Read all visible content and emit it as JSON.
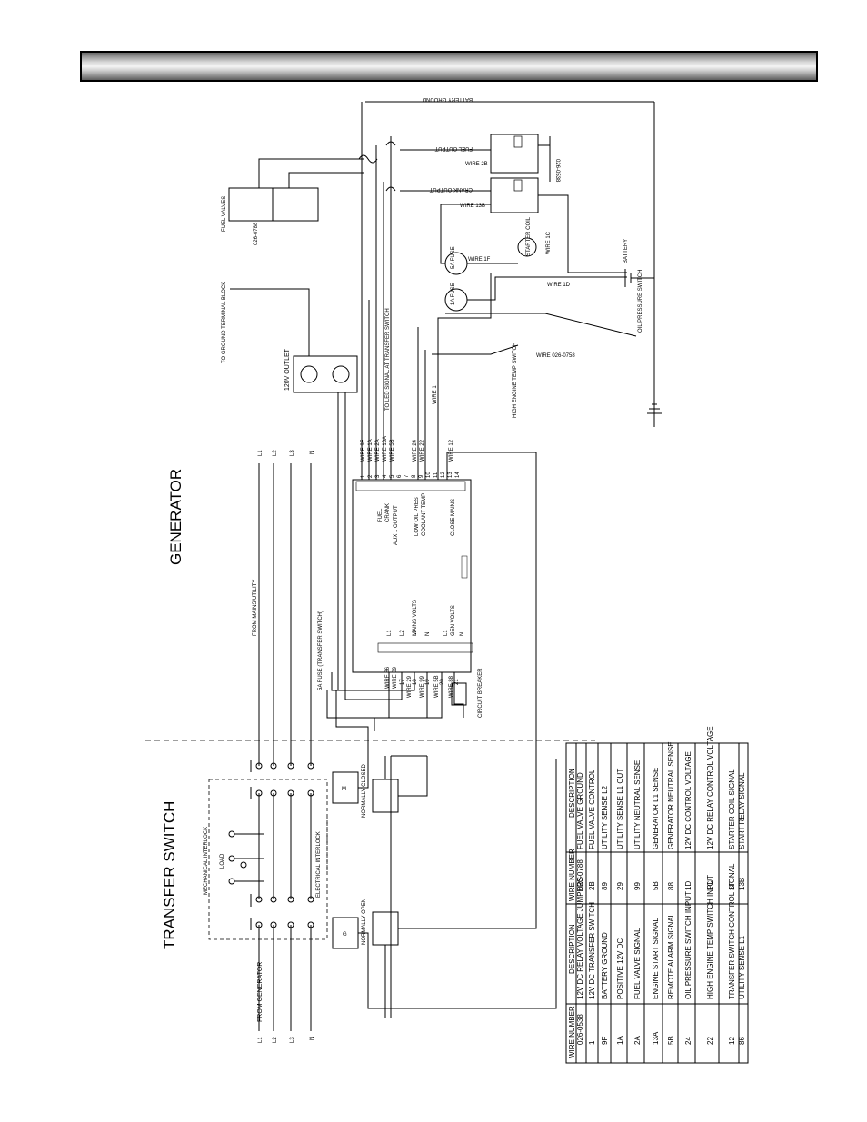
{
  "titles": {
    "transfer_switch": "TRANSFER SWITCH",
    "generator": "GENERATOR"
  },
  "labels": {
    "from_generator": "FROM GENERATOR",
    "from_mains": "FROM MAINS/UTILITY",
    "mechanical_interlock": "MECHANICAL INTERLOCK",
    "electrical_interlock": "ELECTRICAL INTERLOCK",
    "load": "LOAD",
    "normally_open": "NORMALLY OPEN",
    "normally_closed": "NORMALLY CLOSED",
    "g": "G",
    "m": "M",
    "fuse_transfer": "5A FUSE (TRANSFER SWITCH)",
    "circuit_breaker": "CIRCUIT BREAKER",
    "to_ground": "TO GROUND TERMINAL BLOCK",
    "outlet": "120V OUTLET",
    "fuel_valves": "FUEL VALVES",
    "fuel_valves_wire": "026-0788",
    "to_led": "TO LED SIGNAL AT TRANSFER SWITCH",
    "battery_ground": "BATTERY GROUND",
    "fuel_output": "FUEL OUTPUT",
    "crank_output": "CRANK OUTPUT",
    "wire_2b": "WIRE 2B",
    "wire_13b": "WIRE 13B",
    "wire_1c": "WIRE 1C",
    "wire_1f": "WIRE 1F",
    "wire_1d": "WIRE 1D",
    "wire_0260758": "WIRE 026-0758",
    "wire_1": "WIRE 1",
    "fuse_5a": "5A FUSE",
    "fuse_1a": "1A FUSE",
    "starter_coil": "STARTER COIL",
    "battery": "BATTERY",
    "oil_pressure_switch": "OIL PRESSURE SWITCH",
    "high_temp_switch": "HIGH ENGINE TEMP SWITCH",
    "relay_id": "026-0538",
    "mains_volts": "MAINS VOLTS",
    "gen_volts": "GEN VOLTS",
    "fuel_term": "FUEL",
    "crank_term": "CRANK",
    "aux_output": "AUX 1 OUTPUT",
    "low_oil": "LOW OIL PRES",
    "coolant_temp": "COOLANT TEMP",
    "close_mains": "CLOSE MAINS",
    "l1": "L1",
    "l2": "L2",
    "l3": "L3",
    "n": "N"
  },
  "controller_wires_top": [
    "WIRE 9F",
    "WIRE 1A",
    "WIRE 2A",
    "WIRE 13A",
    "WIRE 5B"
  ],
  "controller_wires_mid": [
    "WIRE 24",
    "WIRE 22"
  ],
  "controller_wires_bot": [
    "WIRE 12"
  ],
  "controller_wires_left": [
    "WIRE 86",
    "WIRE 89",
    "WIRE 29",
    "WIRE 99",
    "WIRE 5B",
    "WIRE 88"
  ],
  "terminals_top": [
    "1",
    "2",
    "3",
    "4",
    "5",
    "6",
    "7",
    "8",
    "9",
    "10",
    "11",
    "12",
    "13",
    "14"
  ],
  "terminals_left": [
    "17",
    "18",
    "19",
    "20",
    "21"
  ],
  "table": {
    "headers": [
      "WIRE NUMBER",
      "DESCRIPTION",
      "WIRE NUMBER",
      "DESCRIPTION"
    ],
    "rows": [
      [
        "026-0538",
        "12V DC RELAY VOLTAGE JUMPERS",
        "026-0788",
        "FUEL VALVE GROUND"
      ],
      [
        "1",
        "12V DC TRANSFER SWITCH",
        "2B",
        "FUEL VALVE CONTROL"
      ],
      [
        "9F",
        "BATTERY GROUND",
        "89",
        "UTILITY SENSE L2"
      ],
      [
        "1A",
        "POSITIVE 12V DC",
        "29",
        "UTILITY SENSE L1 OUT"
      ],
      [
        "2A",
        "FUEL VALVE SIGNAL",
        "99",
        "UTILITY NEUTRAL SENSE"
      ],
      [
        "13A",
        "ENGINE START SIGNAL",
        "5B",
        "GENERATOR L1 SENSE"
      ],
      [
        "5B",
        "REMOTE ALARM SIGNAL",
        "88",
        "GENERATOR NEUTRAL SENSE"
      ],
      [
        "24",
        "OIL PRESSURE SWITCH INPUT",
        "1D",
        "12V DC CONTROL VOLTAGE"
      ],
      [
        "22",
        "HIGH ENGINE TEMP SWITCH INPUT",
        "1C",
        "12V DC RELAY CONTROL VOLTAGE"
      ],
      [
        "12",
        "TRANSFER SWITCH CONTROL SIGNAL",
        "1F",
        "STARTER COIL SIGNAL"
      ],
      [
        "86",
        "UTILITY SENSE L1",
        "13B",
        "START RELAY SIGNAL"
      ]
    ]
  }
}
